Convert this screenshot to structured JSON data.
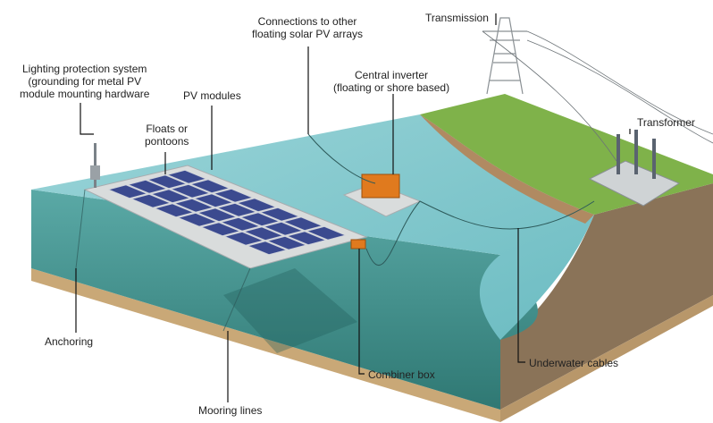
{
  "labels": {
    "lightning": [
      "Lighting protection system",
      "(grounding for metal PV",
      "module mounting hardware"
    ],
    "pv_modules": "PV modules",
    "floats": [
      "Floats or",
      "pontoons"
    ],
    "connections": [
      "Connections to other",
      "floating solar PV arrays"
    ],
    "inverter": [
      "Central inverter",
      "(floating or shore based)"
    ],
    "transmission": "Transmission",
    "transformer": "Transformer",
    "anchoring": "Anchoring",
    "mooring": "Mooring lines",
    "combiner": "Combiner box",
    "cables": "Underwater cables"
  },
  "colors": {
    "water_surface": "#7cc6cc",
    "water_body": "#3f8f8c",
    "grass": "#7fb24a",
    "soil": "#8a7358",
    "sand": "#c9a877",
    "panel": "#3b4a8f",
    "inverter": "#e07a1e"
  }
}
